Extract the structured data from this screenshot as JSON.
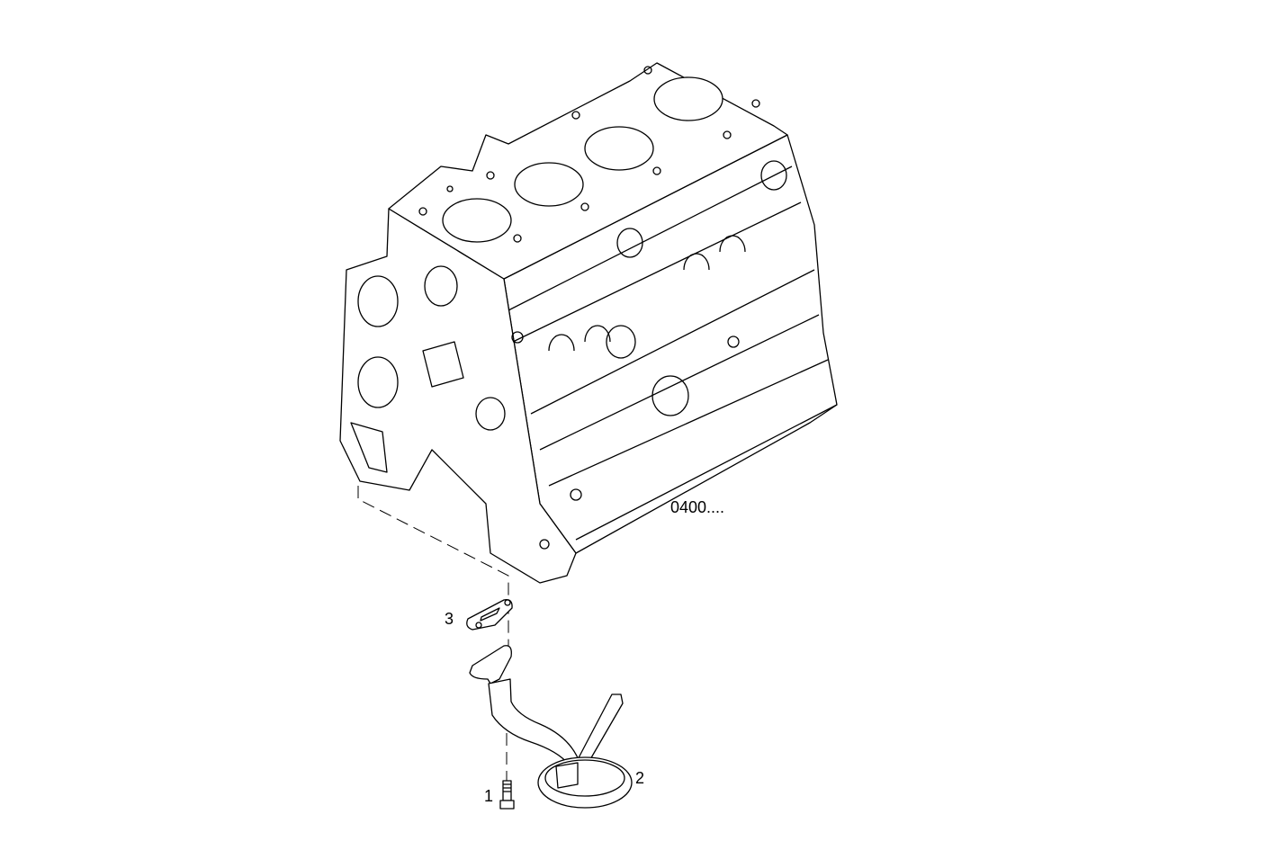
{
  "diagram": {
    "assembly_reference": "0400....",
    "callouts": [
      {
        "number": "1",
        "part": "bolt"
      },
      {
        "number": "2",
        "part": "oil-pickup-tube-with-strainer"
      },
      {
        "number": "3",
        "part": "gasket"
      }
    ],
    "line_color": "#000000",
    "background": "#ffffff"
  }
}
